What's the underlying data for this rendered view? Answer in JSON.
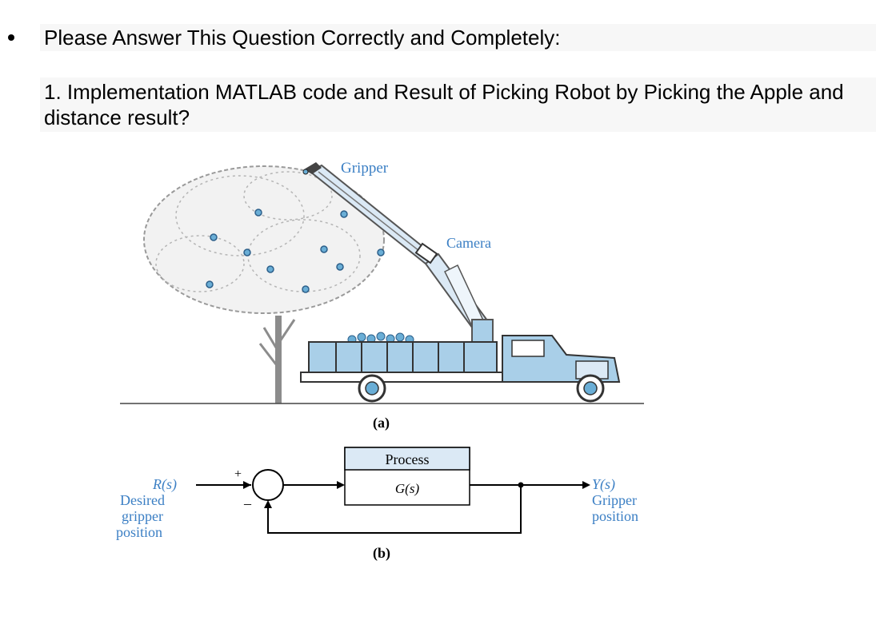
{
  "question": {
    "title": "Please Answer This Question Correctly and Completely:",
    "text": "1. Implementation MATLAB code and Result of Picking Robot by Picking the Apple and distance result?"
  },
  "figure_a": {
    "gripper_label": "Gripper",
    "camera_label": "Camera",
    "caption": "(a)"
  },
  "figure_b": {
    "input_symbol": "R(s)",
    "input_desc_1": "Desired",
    "input_desc_2": "gripper",
    "input_desc_3": "position",
    "plus_sign": "+",
    "minus_sign": "–",
    "block_title": "Process",
    "block_tf": "G(s)",
    "output_symbol": "Y(s)",
    "output_desc_1": "Gripper",
    "output_desc_2": "position",
    "caption": "(b)"
  },
  "colors": {
    "accent_blue": "#6aaed6",
    "label_blue": "#3b7fc4",
    "truck_fill": "#a9cfe8",
    "block_fill": "#dbe9f5",
    "tree_gray": "#9a9a9a"
  }
}
